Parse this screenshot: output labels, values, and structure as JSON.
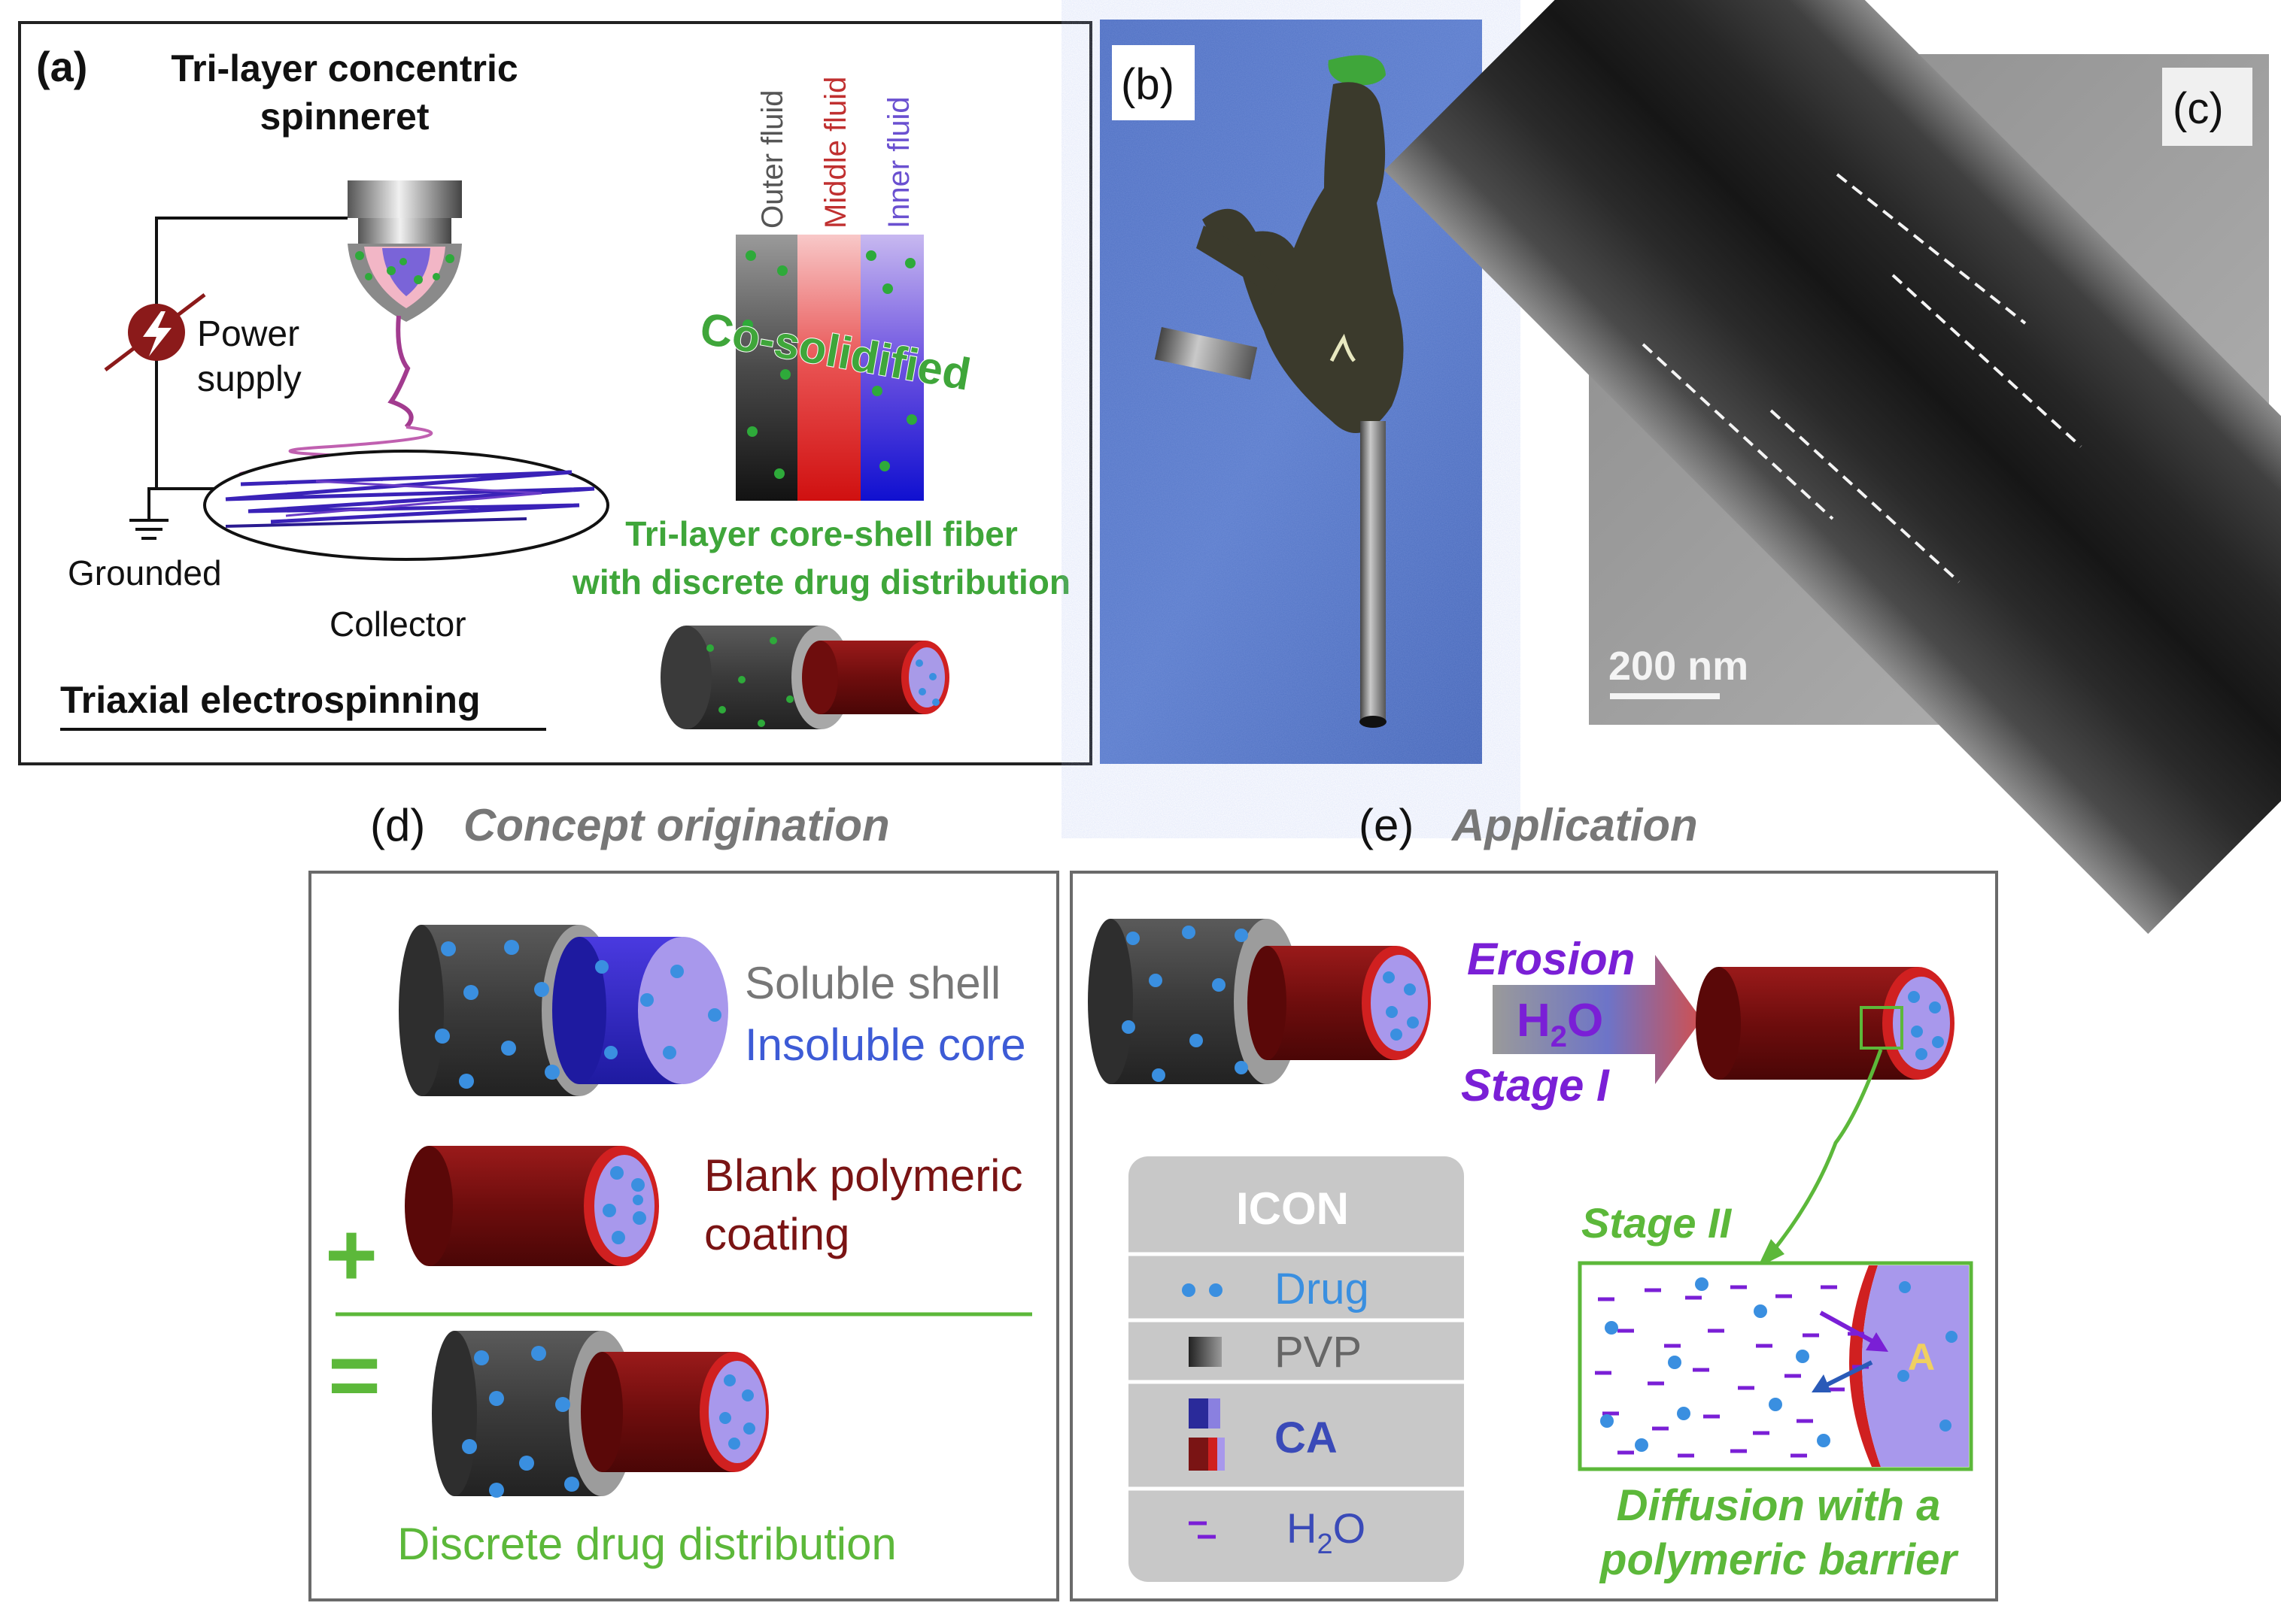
{
  "panel_a": {
    "letter": "(a)",
    "title_line1": "Tri-layer concentric",
    "title_line2": "spinneret",
    "power_line1": "Power",
    "power_line2": "supply",
    "grounded": "Grounded",
    "collector": "Collector",
    "method": "Triaxial electrospinning",
    "fluid_outer": "Outer fluid",
    "fluid_middle": "Middle fluid",
    "fluid_inner": "Inner fluid",
    "cosolidified": "Co-solidified",
    "fiber_line1": "Tri-layer core-shell fiber",
    "fiber_line2": "with discrete drug distribution"
  },
  "panel_b": {
    "letter": "(b)"
  },
  "panel_c": {
    "letter": "(c)",
    "scale": "200 nm"
  },
  "panel_d": {
    "letter": "(d)",
    "heading": "Concept origination",
    "soluble": "Soluble shell",
    "insoluble": "Insoluble core",
    "blank_line1": "Blank polymeric",
    "blank_line2": "coating",
    "plus": "+",
    "equals": "=",
    "result": "Discrete drug distribution"
  },
  "panel_e": {
    "letter": "(e)",
    "heading": "Application",
    "erosion": "Erosion",
    "h2o_main": "H",
    "h2o_sub": "2",
    "h2o_o": "O",
    "stage1": "Stage I",
    "stage2": "Stage II",
    "marker_a": "A",
    "diffusion_line1": "Diffusion with a",
    "diffusion_line2": "polymeric barrier",
    "icon_title": "ICON",
    "icon_drug": "Drug",
    "icon_pvp": "PVP",
    "icon_ca": "CA",
    "icon_h2o_h": "H",
    "icon_h2o_sub": "2",
    "icon_h2o_o": "O"
  },
  "colors": {
    "green": "#5cb83a",
    "purple": "#7a1fd6",
    "blue_text": "#3d5bd6",
    "dark_red": "#7a1414",
    "gray_text": "#777777"
  }
}
